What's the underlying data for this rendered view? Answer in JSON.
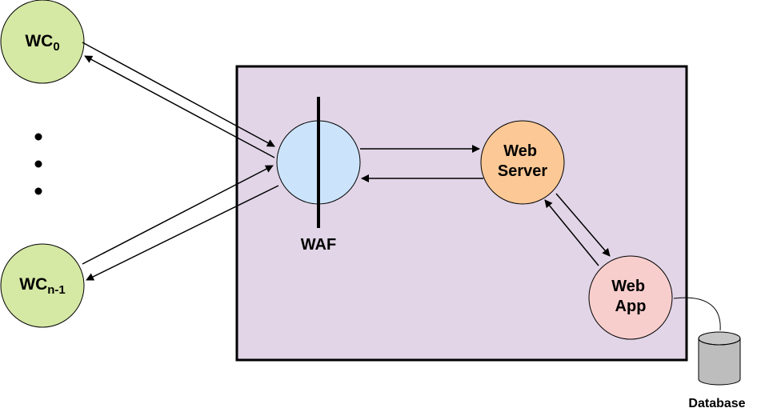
{
  "nodes": {
    "wc0": {
      "base": "WC",
      "sub": "0",
      "fill": "#d5e8a4"
    },
    "wcn1": {
      "base": "WC",
      "sub": "n-1",
      "fill": "#d5e8a4"
    },
    "ellipsis": {
      "count": 3
    },
    "waf": {
      "label": "WAF",
      "fill": "#cce4fb"
    },
    "web_server": {
      "line1": "Web",
      "line2": "Server",
      "fill": "#fcc895"
    },
    "web_app": {
      "line1": "Web",
      "line2": "App",
      "fill": "#f8cecd"
    },
    "database": {
      "label": "Database",
      "fill": "#bdbdbd"
    }
  },
  "container": {
    "fill": "#e1d5e7",
    "stroke": "#000000"
  },
  "colors": {
    "node_stroke": "#000000",
    "arrow": "#000000",
    "text": "#000000"
  }
}
